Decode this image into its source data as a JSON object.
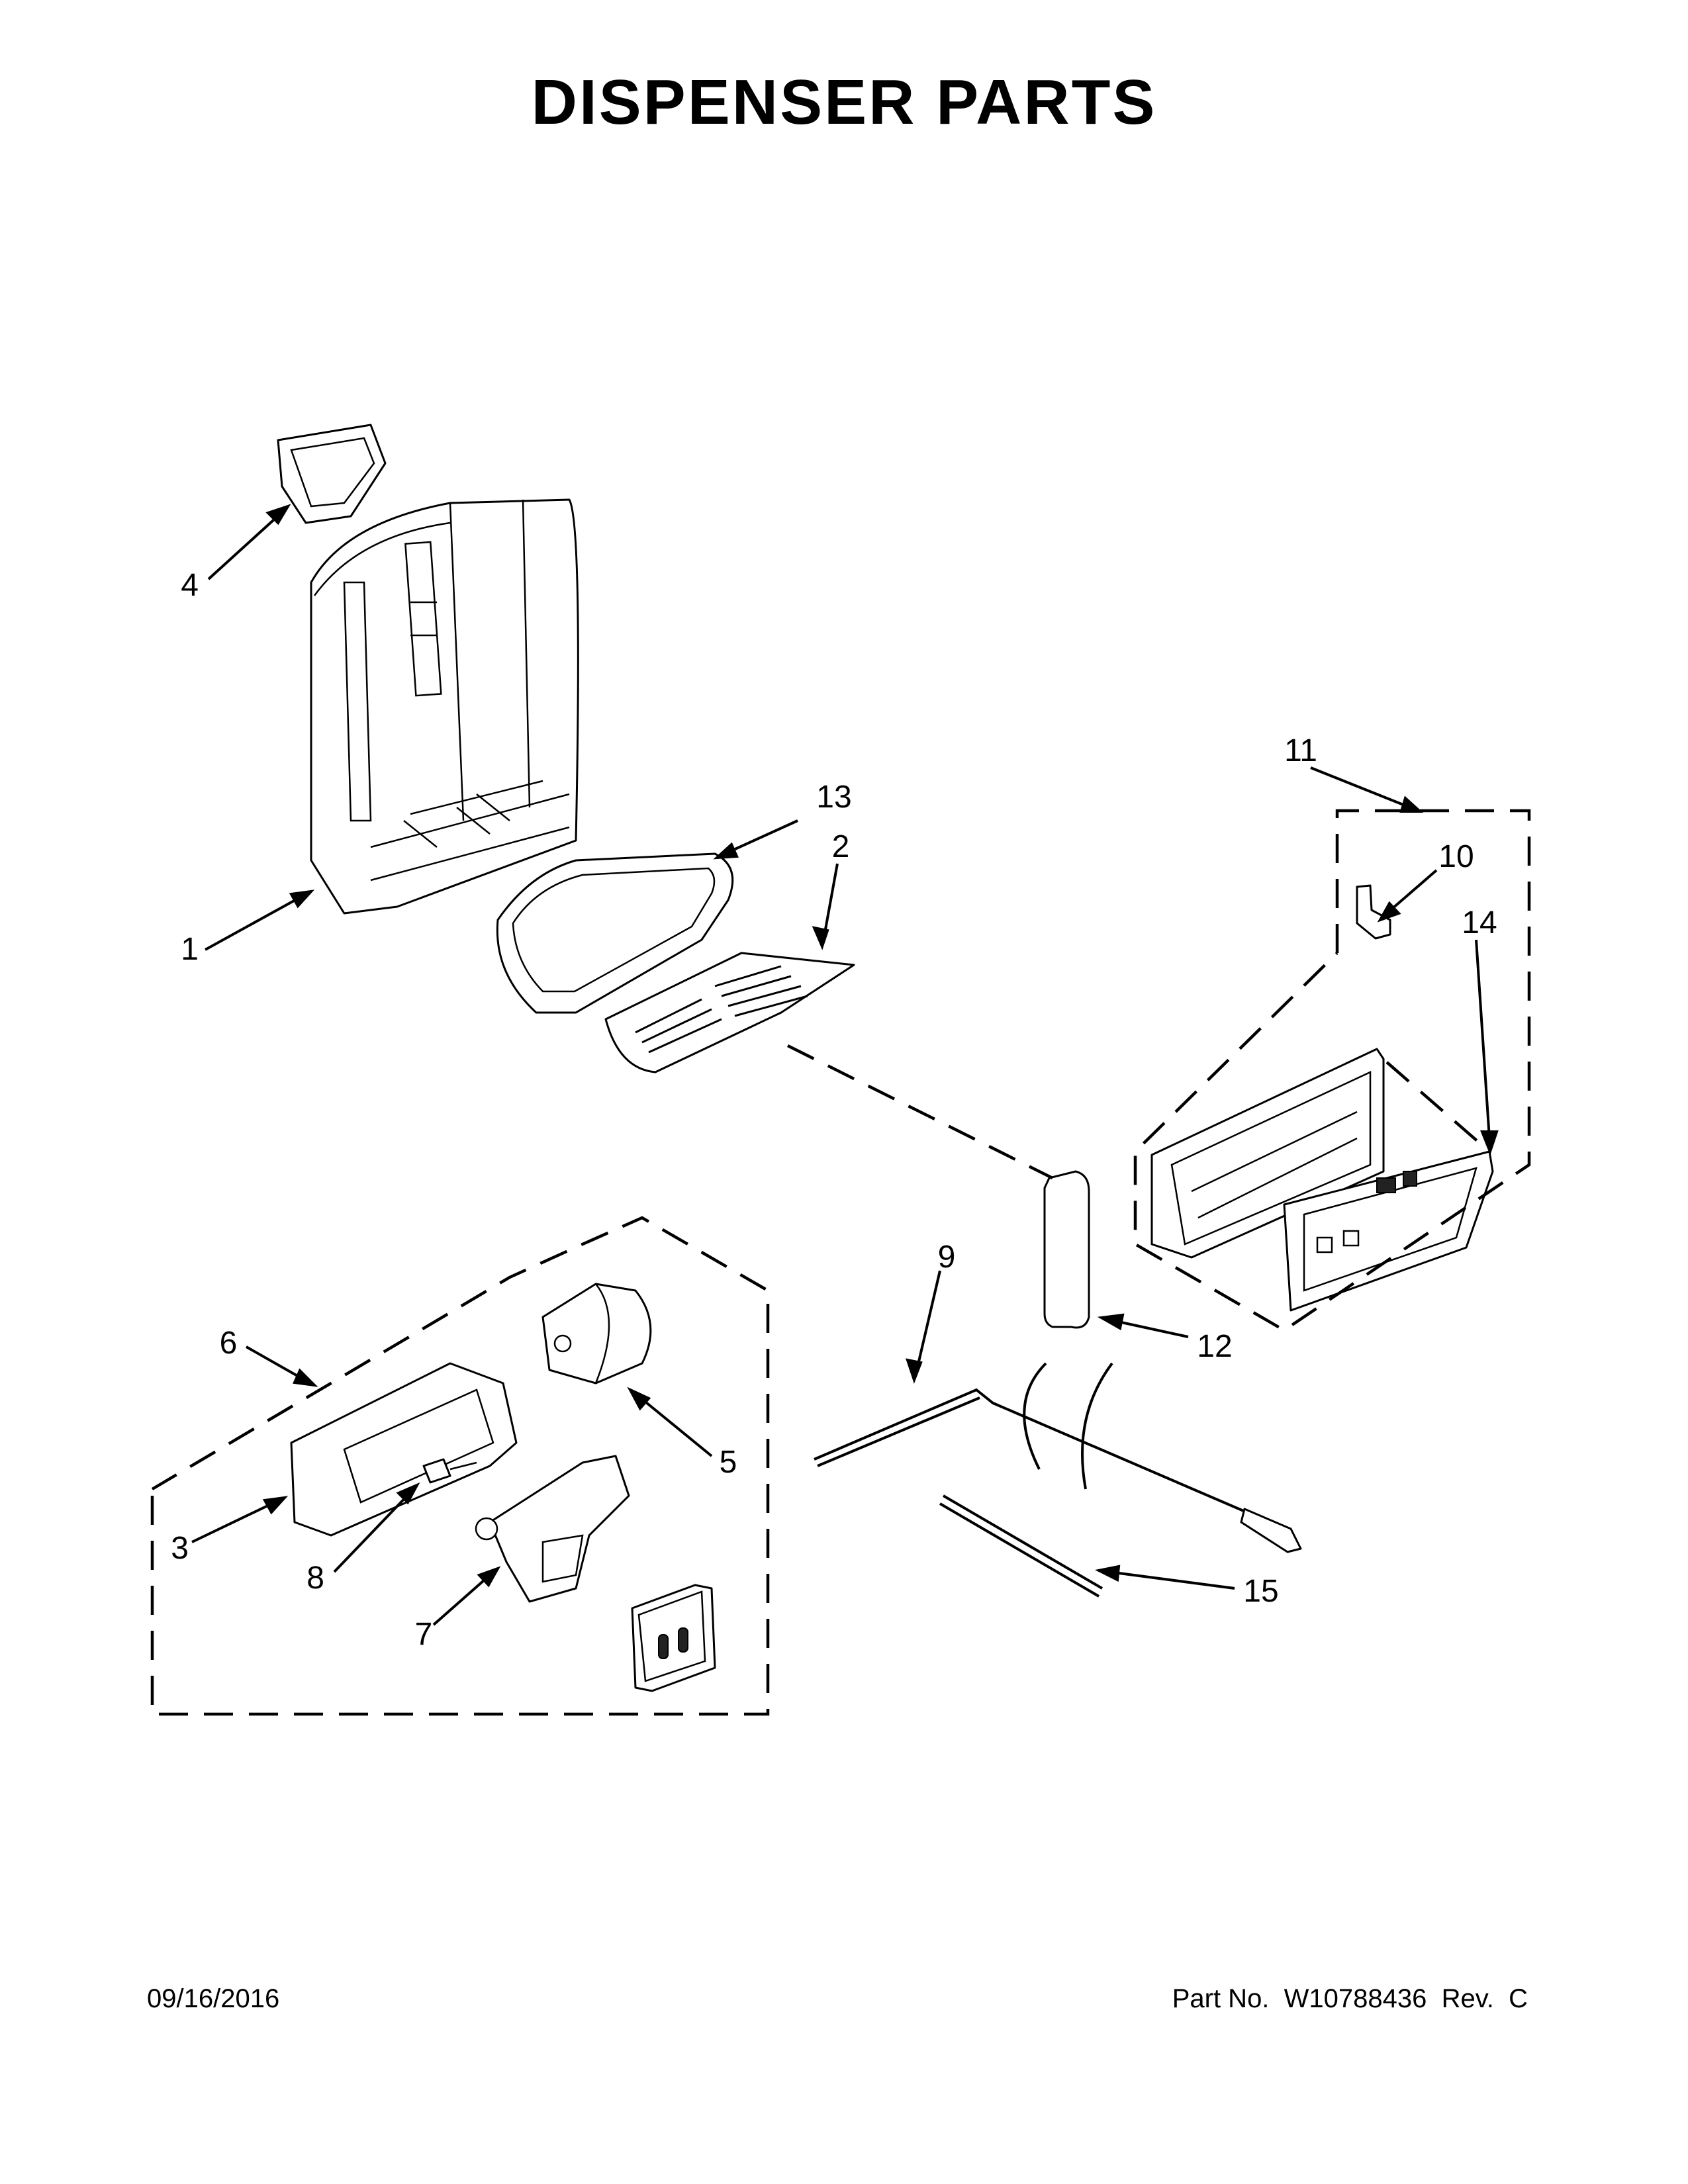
{
  "title": "DISPENSER PARTS",
  "callouts": [
    "1",
    "2",
    "3",
    "4",
    "5",
    "6",
    "7",
    "8",
    "9",
    "10",
    "11",
    "12",
    "13",
    "14",
    "15"
  ],
  "footer": {
    "date": "09/16/2016",
    "part_number": "Part No.  W10788436  Rev.  C"
  }
}
